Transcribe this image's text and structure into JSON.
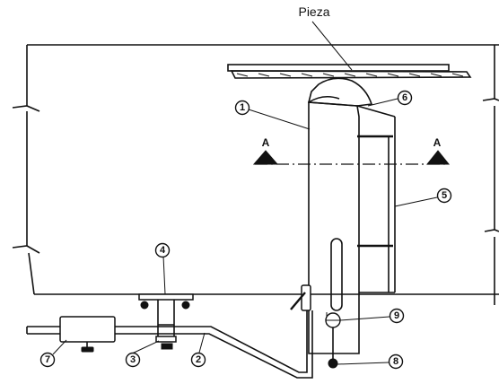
{
  "diagram": {
    "title": "Pieza",
    "section_marks": [
      "A",
      "A"
    ],
    "callouts": [
      "1",
      "2",
      "3",
      "4",
      "5",
      "6",
      "7",
      "8",
      "9"
    ]
  }
}
